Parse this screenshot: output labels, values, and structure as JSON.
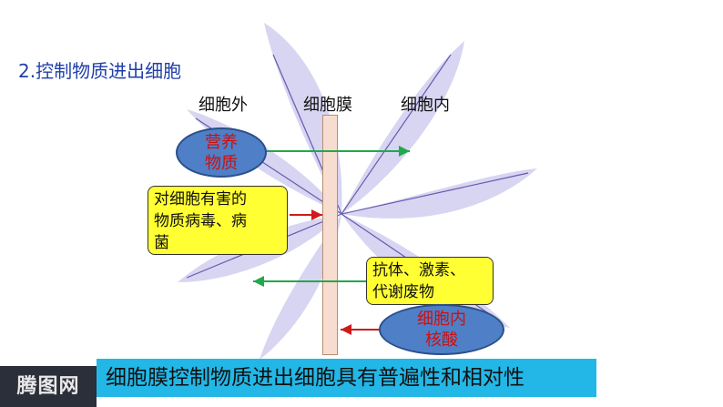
{
  "title": "2.控制物质进出细胞",
  "labels": {
    "outside": "细胞外",
    "membrane": "细胞膜",
    "inside": "细胞内"
  },
  "items": {
    "nutrients_line1": "营养",
    "nutrients_line2": "物质",
    "harmful_line1": "对细胞有害的",
    "harmful_line2": "物质病毒、病",
    "harmful_line3": "菌",
    "antibody_line1": "抗体、激素、",
    "antibody_line2": "代谢废物",
    "nucleic_line1": "细胞内",
    "nucleic_line2": "核酸"
  },
  "conclusion": "细胞膜控制物质进出细胞具有普遍性和相对性",
  "watermark": "腾图网",
  "colors": {
    "title": "#1f3fa8",
    "green_arrow": "#22a84a",
    "red_arrow": "#d01a1a",
    "ellipse_fill": "#4f7fc6",
    "box_fill": "#ffff33",
    "banner_fill": "#22b7e6"
  }
}
